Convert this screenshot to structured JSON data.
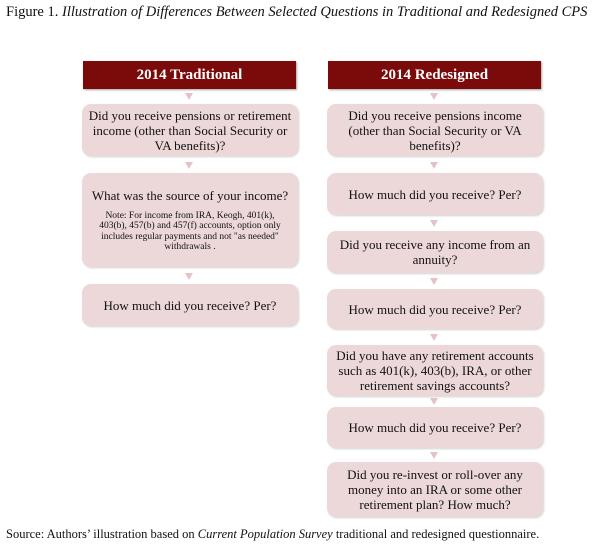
{
  "caption": {
    "label": "Figure 1.",
    "title": "Illustration of Differences Between Selected Questions in Traditional and Redesigned CPS"
  },
  "traditional": {
    "header": "2014 Traditional",
    "q1": "Did you receive pensions or retirement income (other than Social Security or VA benefits)?",
    "q2": "What was the source of your income?",
    "q2_note": "Note: For income from IRA, Keogh, 401(k), 403(b), 457(b) and 457(f) accounts, option only includes regular payments and not \"as needed\" withdrawals .",
    "q3": "How much did you receive? Per?"
  },
  "redesigned": {
    "header": "2014 Redesigned",
    "q1": "Did you receive pensions income (other than Social Security or VA benefits)?",
    "q2": "How much did you receive? Per?",
    "q3": "Did you receive any income from an annuity?",
    "q4": "How much did you receive? Per?",
    "q5": "Did you have any retirement accounts such as 401(k), 403(b), IRA, or other retirement savings accounts?",
    "q6": "How much did you receive? Per?",
    "q7": "Did you re-invest or roll-over any money into an IRA or some other retirement plan? How much?"
  },
  "source": {
    "prefix": "Source: Authors’ illustration based on ",
    "italic": "Current Population Survey",
    "suffix": " traditional and redesigned questionnaire."
  }
}
